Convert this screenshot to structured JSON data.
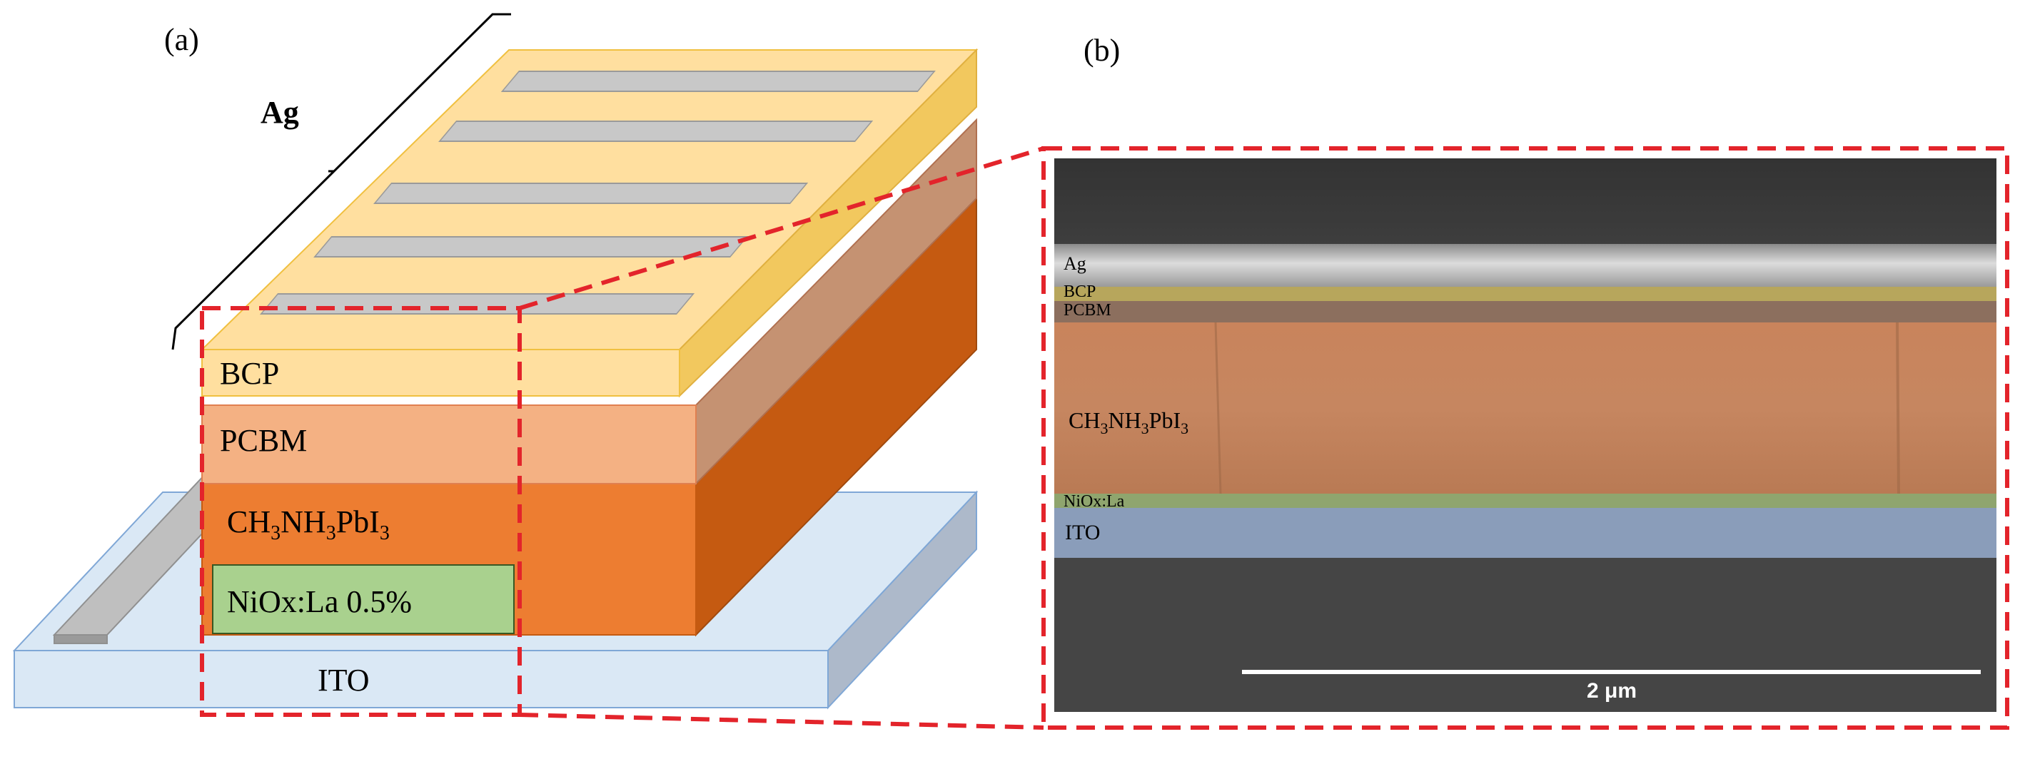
{
  "panel_a": {
    "label": "(a)",
    "bracket_label": "Ag",
    "layers": {
      "bcp": "BCP",
      "pcbm": "PCBM",
      "perovskite": {
        "base": "CH",
        "s1": "3",
        "mid1": "NH",
        "s2": "3",
        "mid2": "PbI",
        "s3": "3"
      },
      "niox": "NiOx:La 0.5%",
      "ito": "ITO"
    }
  },
  "panel_b": {
    "label": "(b)",
    "layers": {
      "ag": "Ag",
      "bcp": "BCP",
      "pcbm": "PCBM",
      "perovskite": {
        "base": "CH",
        "s1": "3",
        "mid1": "NH",
        "s2": "3",
        "mid2": "PbI",
        "s3": "3"
      },
      "niox": "NiOx:La",
      "ito": "ITO"
    },
    "scale_bar": "2 μm"
  },
  "colors": {
    "bcp": "#FFDF9F",
    "pcbm": "#F2AE84",
    "perovskite": "#ED7D31",
    "niox": "#A9D18E",
    "ito": "#DAE8F5",
    "silver": "#BFBFBF",
    "highlight": "#E3242B"
  }
}
